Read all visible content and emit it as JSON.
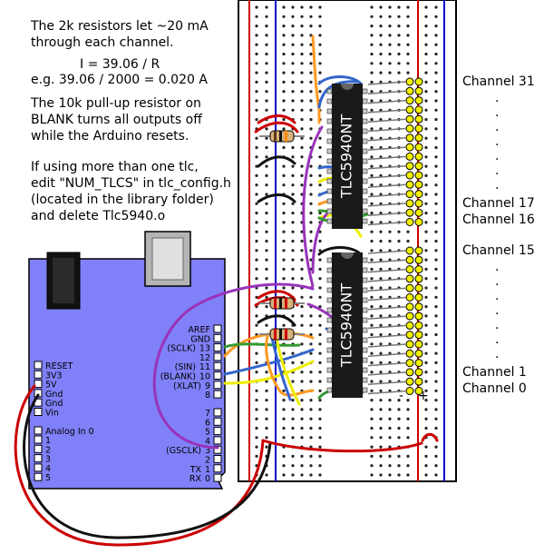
{
  "notes": {
    "line1": "The 2k resistors let ~20 mA",
    "line2": "through each channel.",
    "formula": "I = 39.06 / R",
    "example": "e.g. 39.06 / 2000 = 0.020 A",
    "pullup1": "The 10k pull-up resistor on",
    "pullup2": "BLANK turns all outputs off",
    "pullup3": "while the Arduino resets.",
    "multi1": "If using more than one tlc,",
    "multi2": "edit \"NUM_TLCS\" in tlc_config.h",
    "multi3": "(located in the library folder)",
    "multi4": "and delete Tlc5940.o"
  },
  "chips": {
    "top_label": "TLC5940NT",
    "bottom_label": "TLC5940NT"
  },
  "channels": {
    "c31": "Channel 31",
    "c17": "Channel 17",
    "c16": "Channel 16",
    "c15": "Channel 15",
    "c1": "Channel  1",
    "c0": "Channel  0",
    "dot": "."
  },
  "rail_signs": {
    "minus": "-",
    "plus": "+"
  },
  "arduino": {
    "left_pins": [
      "RESET",
      "3V3",
      "5V",
      "Gnd",
      "Gnd",
      "Vin"
    ],
    "analog_title": "Analog In 0",
    "analog_pins": [
      "1",
      "2",
      "3",
      "4",
      "5"
    ],
    "digital_pins": [
      {
        "label": "AREF",
        "num": ""
      },
      {
        "label": "GND",
        "num": ""
      },
      {
        "label": "(SCLK)",
        "num": "13"
      },
      {
        "label": "",
        "num": "12"
      },
      {
        "label": "(SIN)",
        "num": "11"
      },
      {
        "label": "(BLANK)",
        "num": "10"
      },
      {
        "label": "(XLAT)",
        "num": "9"
      },
      {
        "label": "",
        "num": "8"
      },
      {
        "label": "",
        "num": "7"
      },
      {
        "label": "",
        "num": "6"
      },
      {
        "label": "",
        "num": "5"
      },
      {
        "label": "",
        "num": "4"
      },
      {
        "label": "(GSCLK)",
        "num": "3"
      },
      {
        "label": "",
        "num": "2"
      },
      {
        "label": "TX",
        "num": "1"
      },
      {
        "label": "RX",
        "num": "0"
      }
    ]
  },
  "colors": {
    "board": "#8080f8",
    "led": "#f0f000",
    "chip": "#1a1a1a",
    "rail_red": "#cc0000",
    "rail_blue": "#0000cc",
    "wire_purple": "#9933bb",
    "wire_orange": "#ff9922",
    "wire_green": "#339933",
    "wire_blue": "#3366cc",
    "wire_yellow": "#eeee00"
  }
}
